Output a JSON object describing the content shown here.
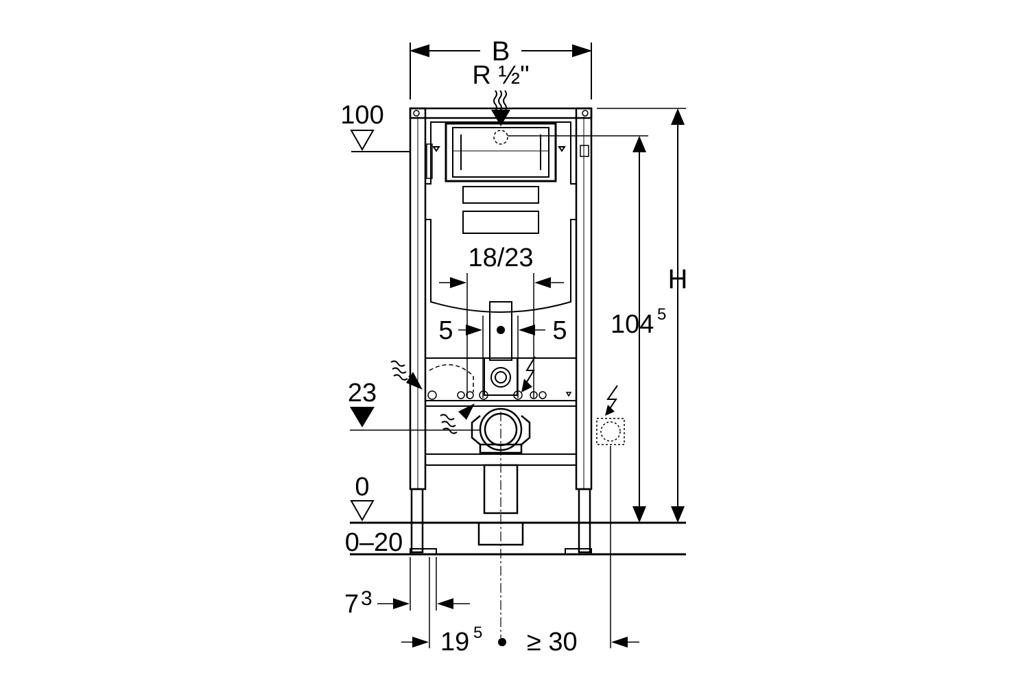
{
  "labels": {
    "width_B": "B",
    "pipe_size": "R ½\"",
    "level_100": "100",
    "dim_18_23": "18/23",
    "offset_left": "5",
    "offset_right": "5",
    "level_23": "23",
    "level_0": "0",
    "range_0_20": "0–20",
    "depth_73_base": "7",
    "depth_73_sup": "3",
    "depth_195_base": "19",
    "depth_195_sup": "5",
    "min_30": "≥ 30",
    "height_H": "H",
    "height_1045_base": "104",
    "height_1045_sup": "5"
  },
  "icons": [
    "water-supply-icon",
    "electric-icon",
    "level-marker-icon",
    "arrow-icon",
    "pipe-icon",
    "socket-icon"
  ],
  "colors": {
    "line": "#000000",
    "background": "#ffffff"
  }
}
